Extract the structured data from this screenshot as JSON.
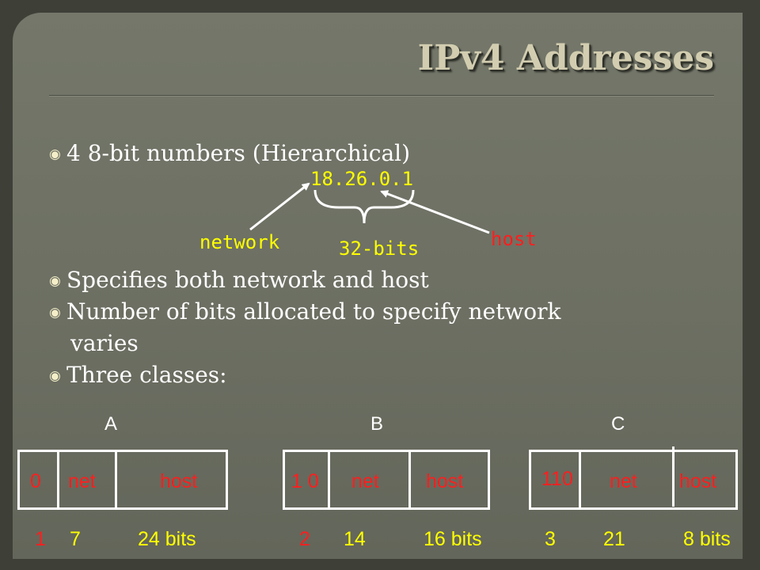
{
  "slide": {
    "title": "IPv4 Addresses",
    "bullets": [
      "4 8-bit numbers (Hierarchical)",
      "Specifies both network and host",
      "Number of bits allocated to specify network",
      "varies",
      "Three classes:"
    ],
    "bullet_glyph": "◉"
  },
  "diagram": {
    "address": "18.26.0.1",
    "network_label": "network",
    "host_label": "host",
    "bits_label": "32-bits"
  },
  "classes": [
    {
      "name": "A",
      "prefix": "0",
      "net": "net",
      "host": "host",
      "prefix_bits": "1",
      "net_bits": "7",
      "host_bits": "24 bits"
    },
    {
      "name": "B",
      "prefix": "1 0",
      "net": "net",
      "host": "host",
      "prefix_bits": "2",
      "net_bits": "14",
      "host_bits": "16 bits"
    },
    {
      "name": "C",
      "prefix": "110",
      "net": "net",
      "host": "host",
      "prefix_bits": "3",
      "net_bits": "21",
      "host_bits": "8 bits"
    }
  ],
  "colors": {
    "background": "#6c6f62",
    "title": "#d2cdb0",
    "annotation_yellow": "#ffff00",
    "annotation_red": "#ff1e1e",
    "text": "#ffffff"
  }
}
